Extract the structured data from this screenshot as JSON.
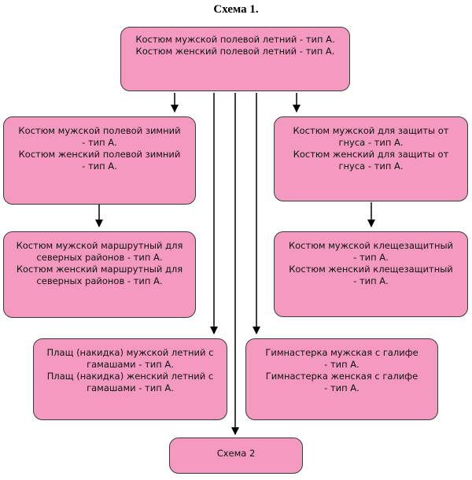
{
  "title": "Схема 1.",
  "colors": {
    "box_fill": "#f49ac1",
    "box_border": "#3a3a3a",
    "arrow": "#000000"
  },
  "boxes": {
    "top": {
      "line1": "Костюм мужской полевой летний - тип А.",
      "line2": "Костюм женский полевой летний - тип А."
    },
    "winter": {
      "line1": "Костюм мужской полевой зимний\n- тип А.",
      "line2": "Костюм женский полевой зимний\n- тип А."
    },
    "gnat": {
      "line1": "Костюм мужской для защиты от\nгнуса - тип А.",
      "line2": "Костюм женский для защиты от\nгнуса - тип А."
    },
    "route": {
      "line1": "Костюм мужской маршрутный для\nсеверных районов - тип А.",
      "line2": "Костюм женский маршрутный для\nсеверных районов - тип А."
    },
    "tick": {
      "line1": "Костюм мужской клещезащитный\n- тип А.",
      "line2": "Костюм женский клещезащитный\n- тип А."
    },
    "cloak": {
      "line1": "Плащ (накидка) мужской летний с\nгамашами - тип А.",
      "line2": "Плащ (накидка) женский летний с\nгамашами - тип А."
    },
    "gym": {
      "line1": "Гимнастерка мужская с галифе\n- тип А.",
      "line2": "Гимнастерка женская с галифе\n- тип А."
    },
    "scheme2": {
      "line1": "Схема 2"
    }
  }
}
